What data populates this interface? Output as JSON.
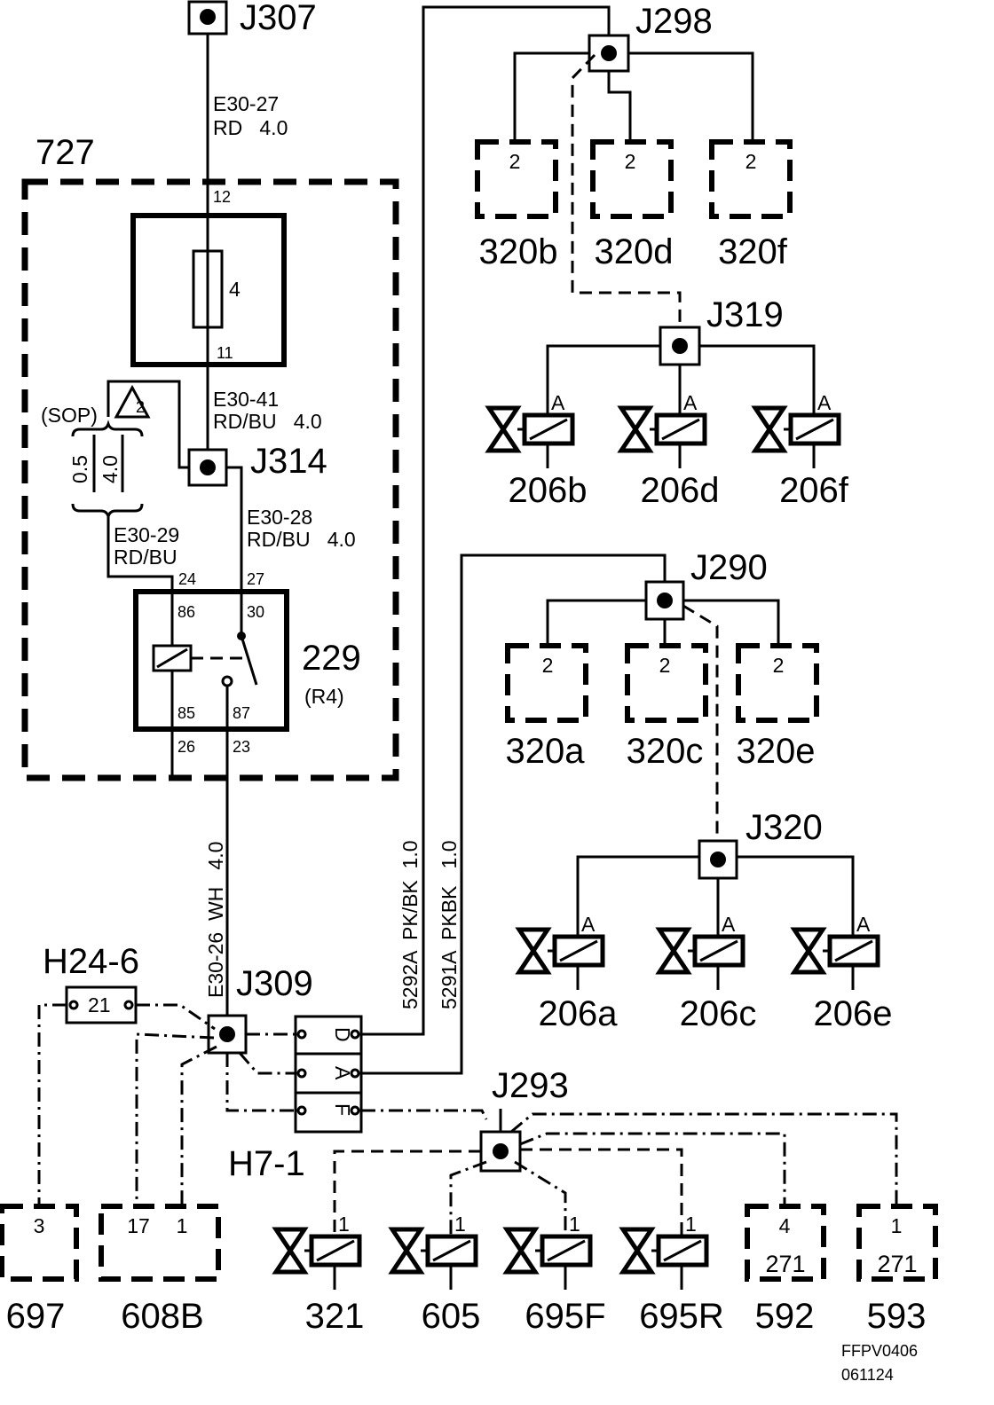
{
  "junctions": {
    "j307": "J307",
    "j314": "J314",
    "j309": "J309",
    "j298": "J298",
    "j319": "J319",
    "j290": "J290",
    "j320": "J320",
    "j293": "J293"
  },
  "wires": {
    "w1_id": "E30-27",
    "w1_spec": "RD   4.0",
    "w2_id": "E30-41",
    "w2_spec": "RD/BU   4.0",
    "w3_id": "E30-28",
    "w3_spec": "RD/BU   4.0",
    "w4_id": "E30-29",
    "w4_spec": "RD/BU",
    "w5": "E30-26  WH   4.0",
    "w6": "5292A  PK/BK  1.0",
    "w7": "5291A  PKBK   1.0"
  },
  "module": {
    "id": "727",
    "fuse_no": "4",
    "pin_top": "12",
    "pin_bottom": "11",
    "sop": "(SOP)",
    "note": "2",
    "size_a": "0.5",
    "size_b": "4.0"
  },
  "relay": {
    "id": "229",
    "sub": "(R4)",
    "p86": "86",
    "p30": "30",
    "p85": "85",
    "p87": "87",
    "c24": "24",
    "c27": "27",
    "c26": "26",
    "c23": "23"
  },
  "connectors": {
    "h24": "H24-6",
    "h24_pin": "21",
    "h7": "H7-1",
    "h7_d": "D",
    "h7_a": "A",
    "h7_f": "F"
  },
  "sensors_top": [
    {
      "pin": "2",
      "label": "320b"
    },
    {
      "pin": "2",
      "label": "320d"
    },
    {
      "pin": "2",
      "label": "320f"
    }
  ],
  "valves_top": [
    {
      "pin": "A",
      "label": "206b"
    },
    {
      "pin": "A",
      "label": "206d"
    },
    {
      "pin": "A",
      "label": "206f"
    }
  ],
  "sensors_mid": [
    {
      "pin": "2",
      "label": "320a"
    },
    {
      "pin": "2",
      "label": "320c"
    },
    {
      "pin": "2",
      "label": "320e"
    }
  ],
  "valves_mid": [
    {
      "pin": "A",
      "label": "206a"
    },
    {
      "pin": "A",
      "label": "206c"
    },
    {
      "pin": "A",
      "label": "206e"
    }
  ],
  "bottom": [
    {
      "pin": "3",
      "label": "697"
    },
    {
      "pin_a": "17",
      "pin_b": "1",
      "label": "608B"
    },
    {
      "pin": "1",
      "label": "321"
    },
    {
      "pin": "1",
      "label": "605"
    },
    {
      "pin": "1",
      "label": "695F"
    },
    {
      "pin": "1",
      "label": "695R"
    },
    {
      "pin": "4",
      "inner": "271",
      "label": "592"
    },
    {
      "pin": "1",
      "inner": "271",
      "label": "593"
    }
  ],
  "footer": {
    "code": "FFPV0406",
    "date": "061124"
  }
}
